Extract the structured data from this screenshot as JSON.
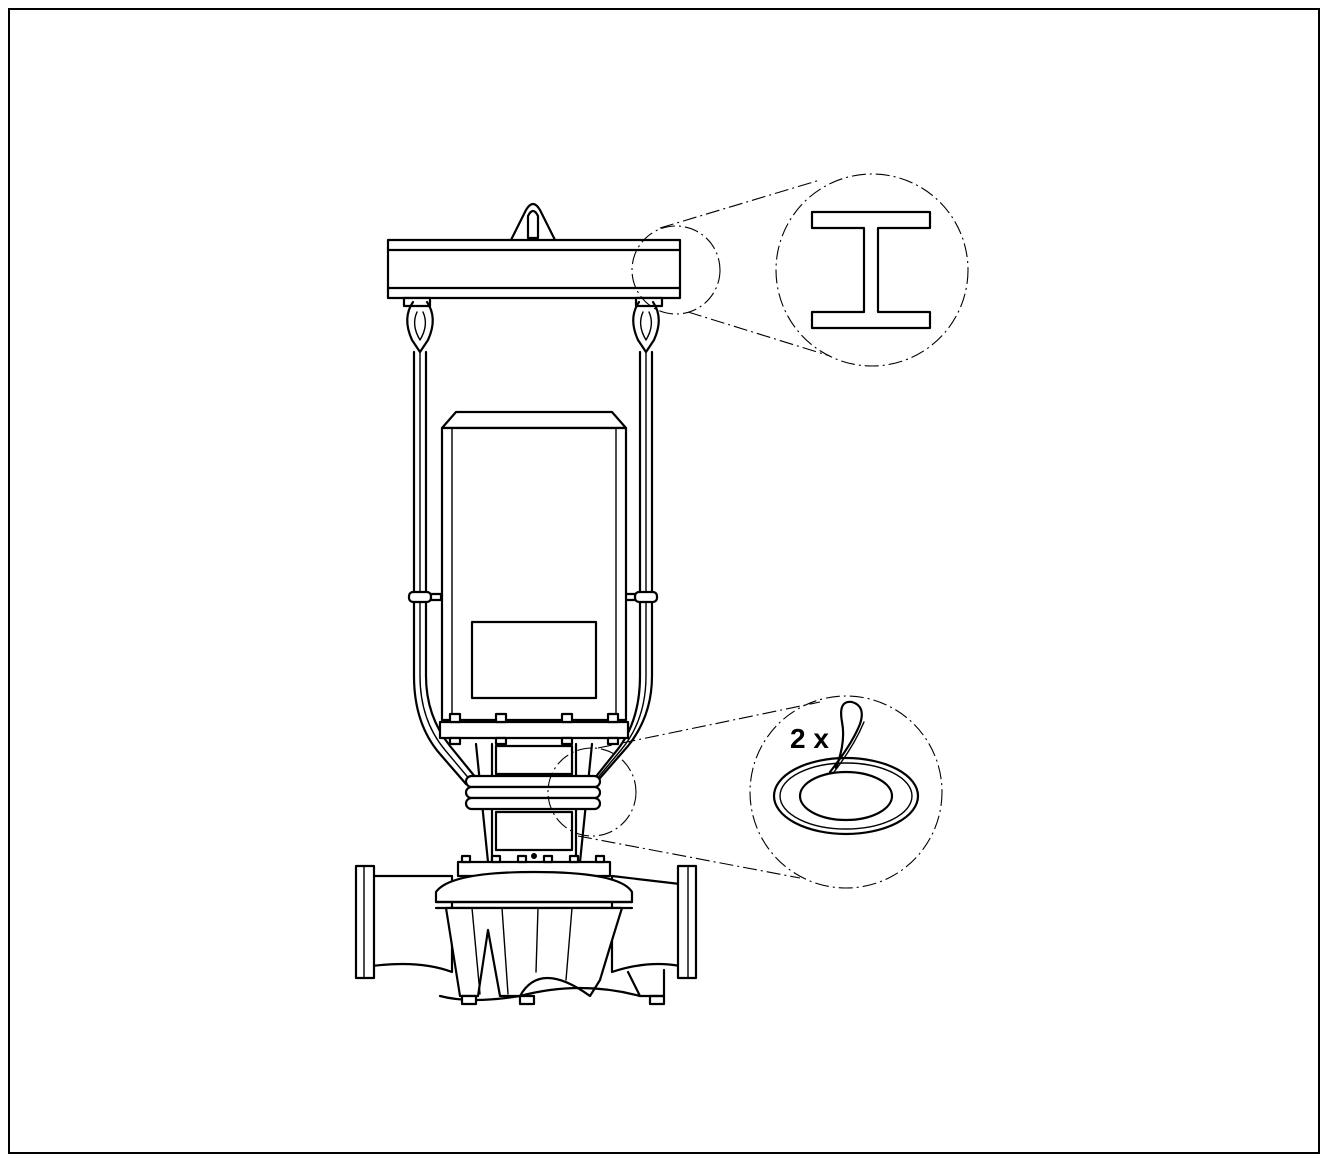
{
  "illustration": {
    "subject": "pump-lifting",
    "callouts": [
      {
        "id": "beam-detail",
        "icon": "i-beam-section-icon"
      },
      {
        "id": "sling-detail",
        "icon": "sling-loop-icon",
        "label": "2 x"
      }
    ],
    "colors": {
      "ink": "#000000",
      "paper": "#ffffff"
    }
  }
}
